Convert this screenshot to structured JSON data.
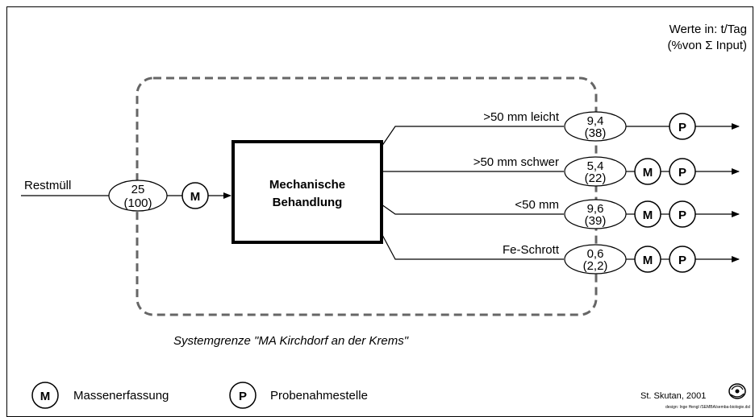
{
  "units": {
    "line1": "Werte in: t/Tag",
    "line2": "(%von Σ Input)"
  },
  "input": {
    "label": "Restmüll",
    "value": "25",
    "percent": "(100)"
  },
  "process": {
    "line1": "Mechanische",
    "line2": "Behandlung"
  },
  "outputs": [
    {
      "label": ">50 mm leicht",
      "value": "9,4",
      "percent": "(38)",
      "markers": [
        "P"
      ]
    },
    {
      "label": ">50 mm schwer",
      "value": "5,4",
      "percent": "(22)",
      "markers": [
        "M",
        "P"
      ]
    },
    {
      "label": "<50 mm",
      "value": "9,6",
      "percent": "(39)",
      "markers": [
        "M",
        "P"
      ]
    },
    {
      "label": "Fe-Schrott",
      "value": "0,6",
      "percent": "(2,2)",
      "markers": [
        "M",
        "P"
      ]
    }
  ],
  "input_marker": "M",
  "system_boundary": "Systemgrenze \"MA Kirchdorf an der Krems\"",
  "legend": [
    {
      "symbol": "M",
      "text": "Massenerfassung"
    },
    {
      "symbol": "P",
      "text": "Probenahmestelle"
    }
  ],
  "credit": "St. Skutan, 2001",
  "design": "design: Inge Hengl /SEMBA/semba-biologie.dsl"
}
